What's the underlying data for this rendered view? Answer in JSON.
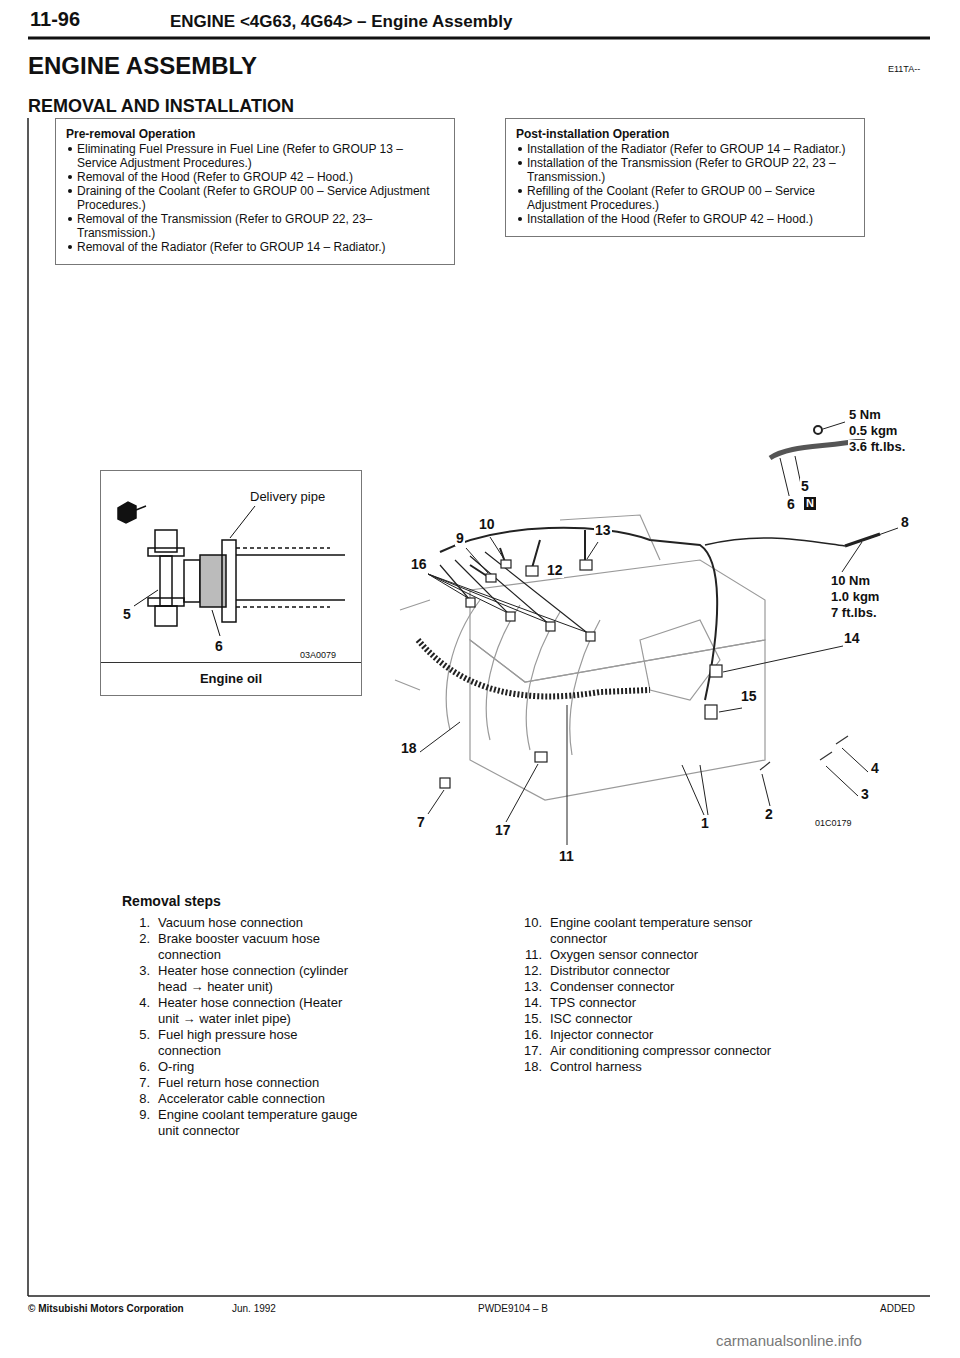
{
  "diagram": {
    "title": "ENGINE ASSEMBLY",
    "nodes": [
      {
        "text": [
          "Pre-removal Operation",
          "Eliminating Fuel Pressure in Fuel Line (Refer to GROUP 13 – Service Adjustment Procedures.)",
          "Removal of the Hood (Refer to GROUP 42 – Hood.)",
          "Draining of the Coolant (Refer to GROUP 00 – Service Adjustment Procedures.)",
          "Removal of the Transmission (Refer to GROUP 22, 23–Transmission.)",
          "Removal of the Radiator (Refer to GROUP 14 – Radiator.)"
        ]
      },
      {
        "text": [
          "Post-installation Operation",
          "Installation of the Radiator (Refer to GROUP 14 – Radiator.)",
          "Installation of the Transmission (Refer to GROUP 22, 23 – Transmission.)",
          "Refilling of the Coolant (Refer to GROUP 00 – Service Adjustment Procedures.)",
          "Installation of the Hood (Refer to GROUP 42 – Hood.)"
        ]
      },
      {
        "text": [
          "Engine oil"
        ]
      }
    ],
    "labels": [
      "11-96",
      "ENGINE <4G63, 4G64> – Engine Assembly",
      "E11TA--",
      "REMOVAL AND INSTALLATION",
      "Delivery pipe",
      "5",
      "6",
      "03A0079",
      "5 Nm",
      "0.5 kgm",
      "3.6 ft.lbs.",
      "5",
      "6",
      "N",
      "8",
      "10 Nm",
      "1.0 kgm",
      "7 ft.lbs.",
      "14",
      "15",
      "4",
      "3",
      "2",
      "1",
      "01C0179",
      "11",
      "17",
      "7",
      "18",
      "16",
      "9",
      "10",
      "13",
      "12",
      "Removal steps",
      "1.",
      "Vacuum hose connection",
      "2.",
      "Brake booster vacuum hose connection",
      "3.",
      "Heater hose connection (cylinder head → heater unit)",
      "4.",
      "Heater hose connection (Heater unit → water inlet pipe)",
      "5.",
      "Fuel high pressure hose connection",
      "6.",
      "O-ring",
      "7.",
      "Fuel return hose connection",
      "8.",
      "Accelerator cable connection",
      "9.",
      "Engine coolant temperature gauge unit connector",
      "10.",
      "Engine coolant temperature sensor connector",
      "11.",
      "Oxygen sensor connector",
      "12.",
      "Distributor connector",
      "13.",
      "Condenser connector",
      "14.",
      "TPS connector",
      "15.",
      "ISC connector",
      "16.",
      "Injector connector",
      "17.",
      "Air conditioning compressor connector",
      "18.",
      "Control harness",
      "© Mitsubishi Motors Corporation",
      "Jun. 1992",
      "PWDE9104 – B",
      "ADDED",
      "carmanualsonline.info"
    ]
  }
}
